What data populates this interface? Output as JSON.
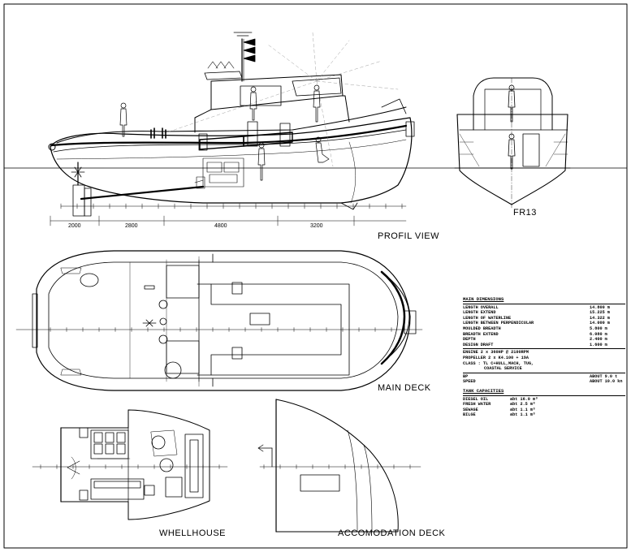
{
  "views": {
    "profile": "PROFIL VIEW",
    "section": "FR13",
    "main_deck": "MAIN DECK",
    "wheelhouse": "WHELLHOUSE",
    "accomodation": "ACCOMODATION DECK"
  },
  "frame_spacing": [
    "2000",
    "2800",
    "4800",
    "3200"
  ],
  "main_dimensions": {
    "title": "MAIN DIMENSIONS",
    "rows": [
      {
        "label": "LENGTH OVERALL",
        "value": "14.800 m"
      },
      {
        "label": "LENGTH EXTEND",
        "value": "15.225 m"
      },
      {
        "label": "LENGTH OF WATERLINE",
        "value": "14.322 m"
      },
      {
        "label": "LENGTH BETWEEN PERPENDICULAR",
        "value": "14.000 m"
      },
      {
        "label": "MOULDED BREADTH",
        "value": "5.800 m"
      },
      {
        "label": "BREADTH EXTEND",
        "value": "6.080 m"
      },
      {
        "label": "DEPTH",
        "value": "2.400 m"
      },
      {
        "label": "DESIGN DRAFT",
        "value": "1.600 m"
      }
    ],
    "engine": "ENGINE 2 x  360HP @ 2100RPM",
    "propeller": "PROPELLER 2 x K4.100 + 19A",
    "class_line1": "CLASS : TL C+HULL,MACH, TUG,",
    "class_line2": "COASTAL SERVICE",
    "perf": [
      {
        "label": "BP",
        "value": "ABOUT 9.0 t"
      },
      {
        "label": "SPEED",
        "value": "ABOUT 10.0 kn"
      }
    ]
  },
  "tank_capacities": {
    "title": "TANK CAPACITIES",
    "rows": [
      {
        "label": "DIESEL OIL",
        "value": "abt 16.0 m³"
      },
      {
        "label": "FRESH WATER",
        "value": "abt  2.5 m³"
      },
      {
        "label": "SEWAGE",
        "value": "abt  1.1 m³"
      },
      {
        "label": "BILGE",
        "value": "abt  1.1 m³"
      }
    ]
  }
}
